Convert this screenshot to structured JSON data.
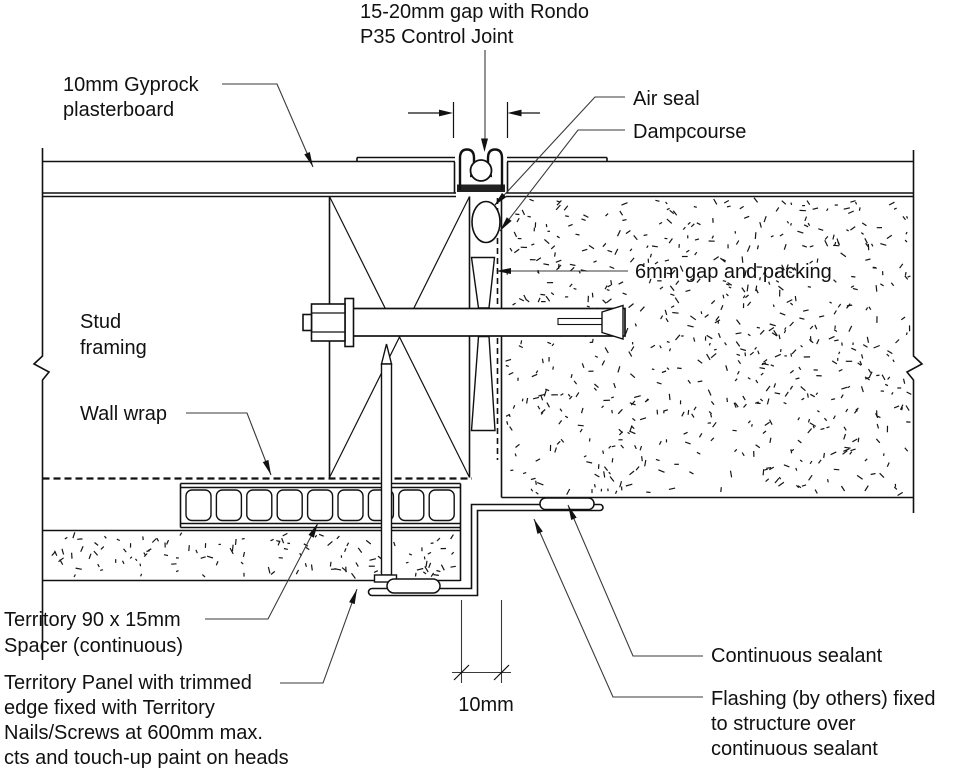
{
  "drawing": {
    "labels": {
      "control_joint_note_line1": "15-20mm gap with Rondo",
      "control_joint_note_line2": "P35 Control Joint",
      "plasterboard_line1": "10mm Gyprock",
      "plasterboard_line2": "plasterboard",
      "air_seal": "Air seal",
      "dampcourse": "Dampcourse",
      "gap_packing": "6mm gap and packing",
      "stud_line1": "Stud",
      "stud_line2": "framing",
      "wall_wrap": "Wall wrap",
      "spacer_line1": "Territory 90 x 15mm",
      "spacer_line2": "Spacer (continuous)",
      "panel_line1": "Territory Panel with trimmed",
      "panel_line2": "edge fixed with Territory",
      "panel_line3": "Nails/Screws at 600mm max.",
      "panel_line4": "cts and touch-up paint on heads",
      "continuous_sealant": "Continuous sealant",
      "flashing_line1": "Flashing (by others) fixed",
      "flashing_line2": "to structure over",
      "flashing_line3": "continuous sealant",
      "dim_gap": "10mm"
    },
    "colors": {
      "line": "#111111",
      "leader": "#3a3a3a",
      "background": "#ffffff"
    }
  }
}
